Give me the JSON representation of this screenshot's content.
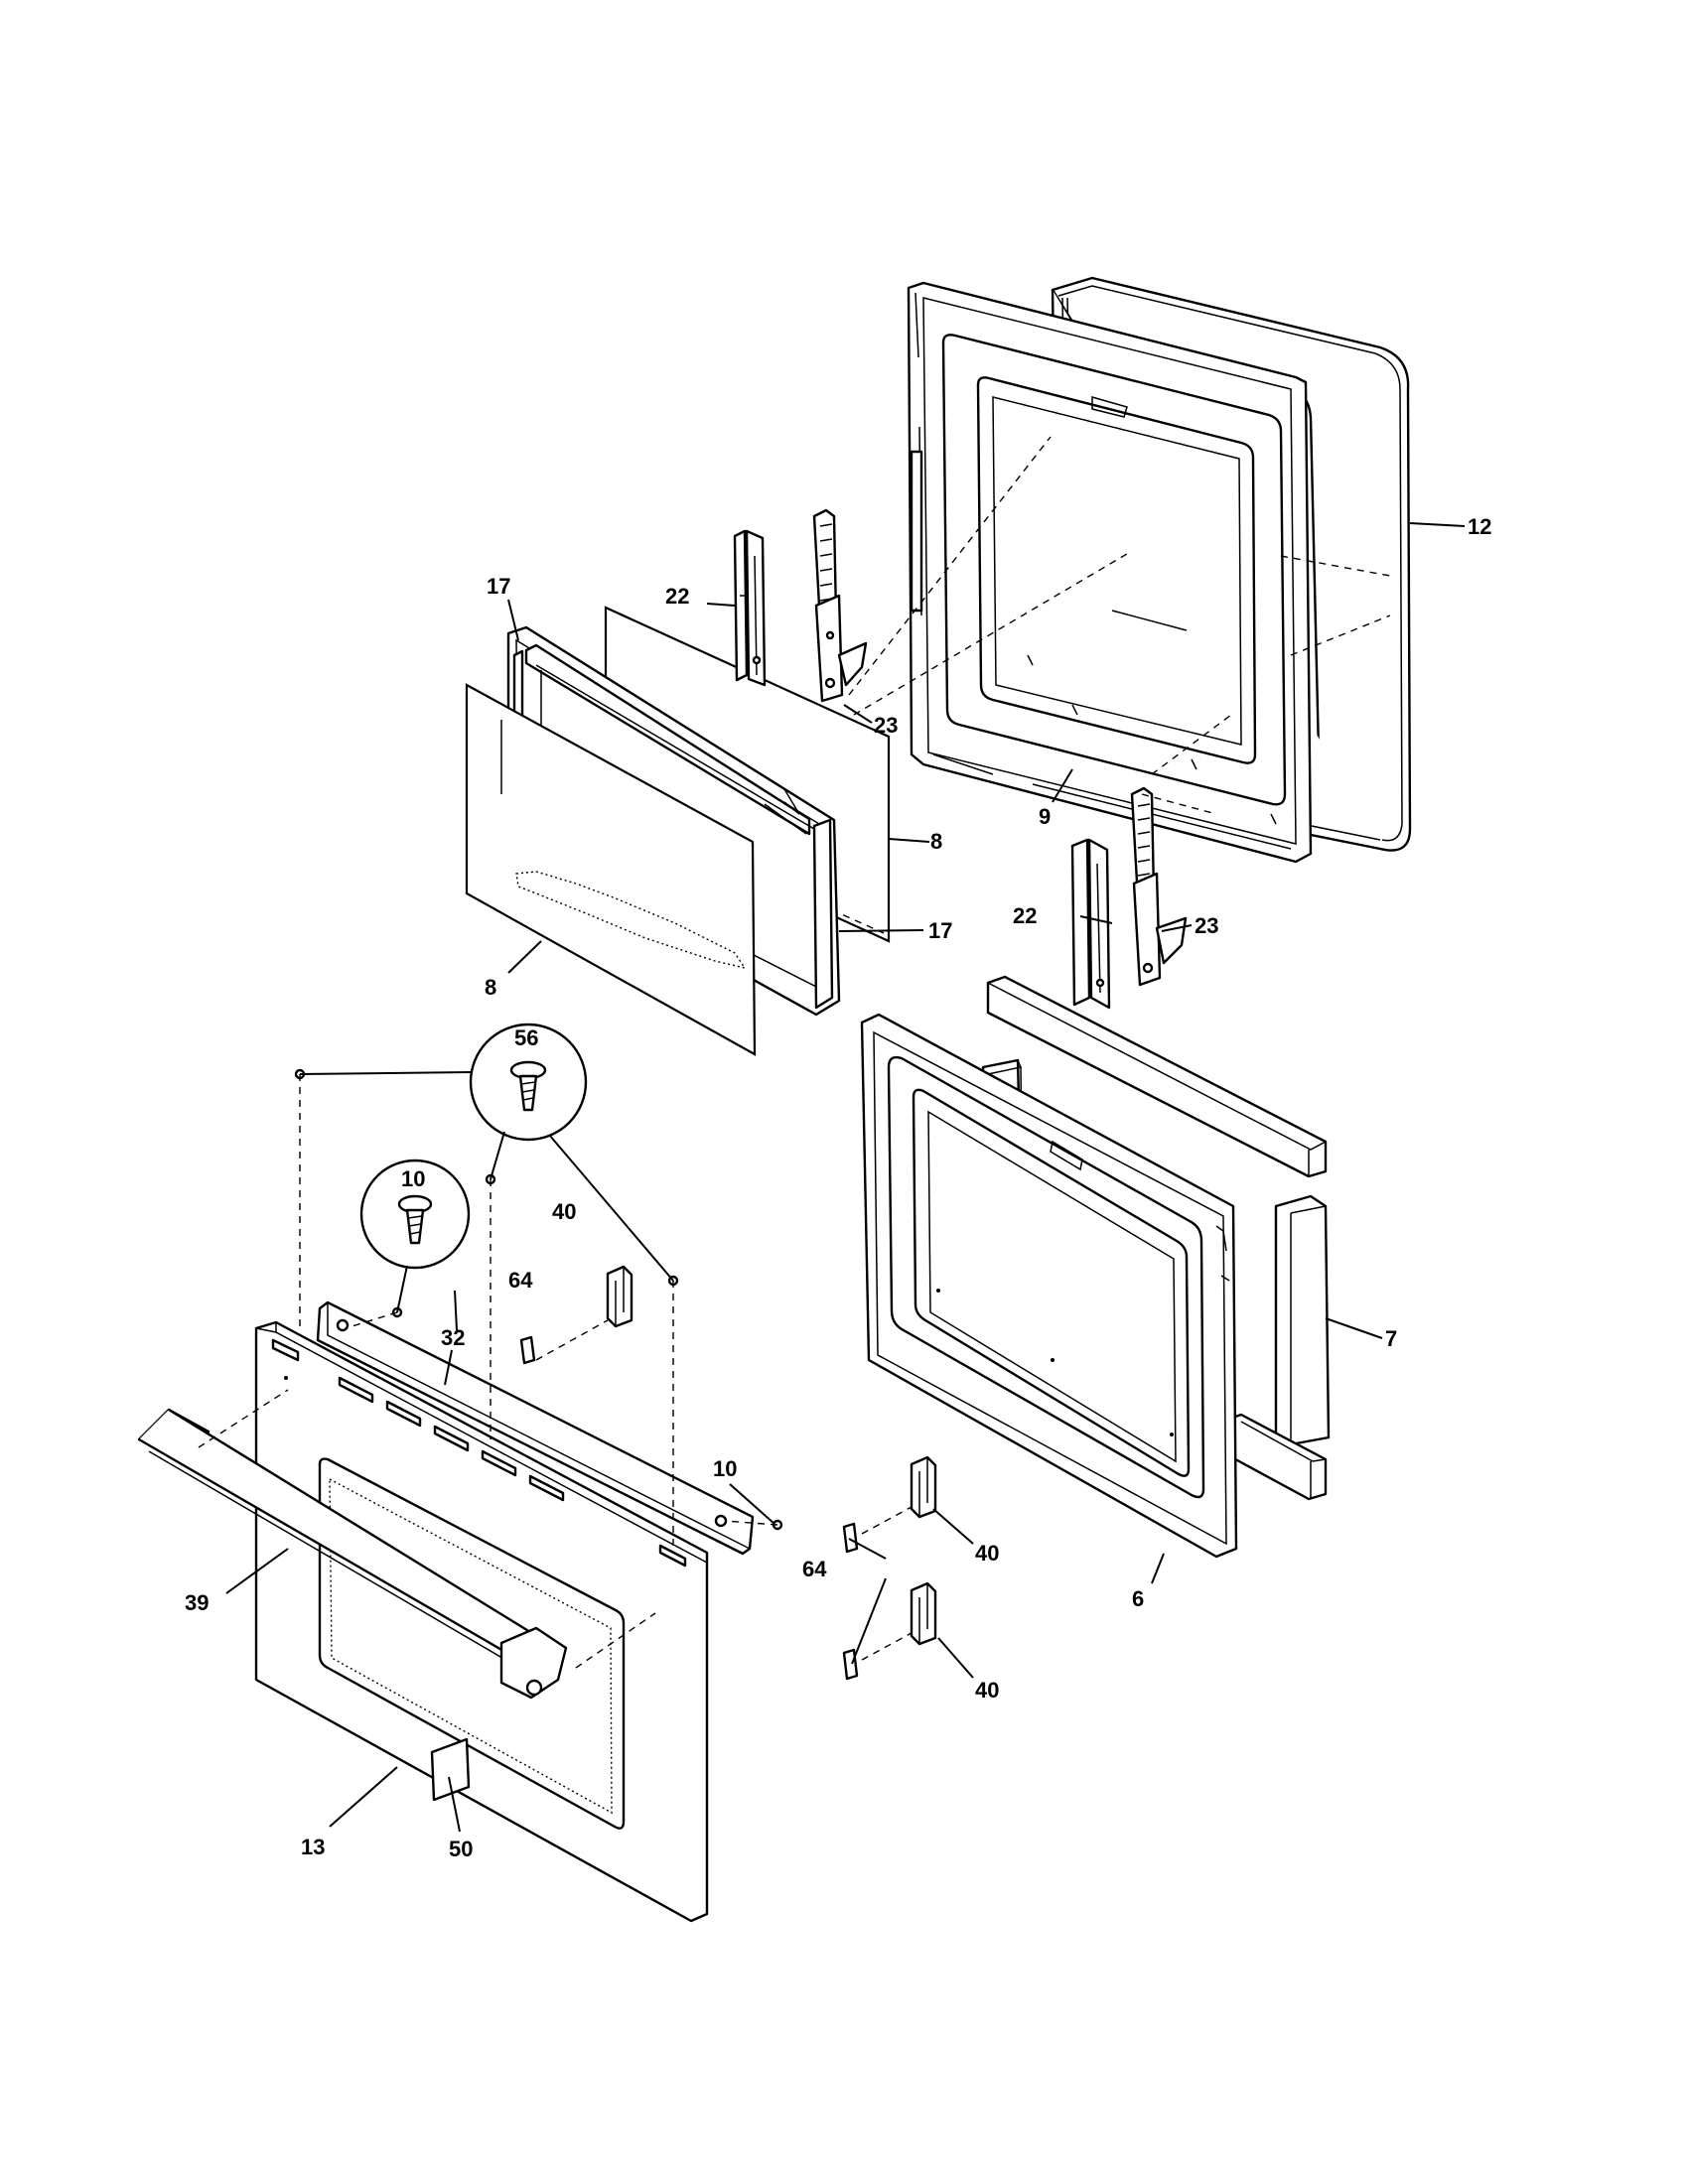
{
  "callouts": {
    "c6": "6",
    "c7": "7",
    "c8a": "8",
    "c8b": "8",
    "c9": "9",
    "c10a": "10",
    "c10b": "10",
    "c12": "12",
    "c13": "13",
    "c17a": "17",
    "c17b": "17",
    "c22a": "22",
    "c22b": "22",
    "c23a": "23",
    "c23b": "23",
    "c32": "32",
    "c39": "39",
    "c40a": "40",
    "c40b": "40",
    "c40c": "40",
    "c50": "50",
    "c56": "56",
    "c64a": "64",
    "c64b": "64"
  }
}
